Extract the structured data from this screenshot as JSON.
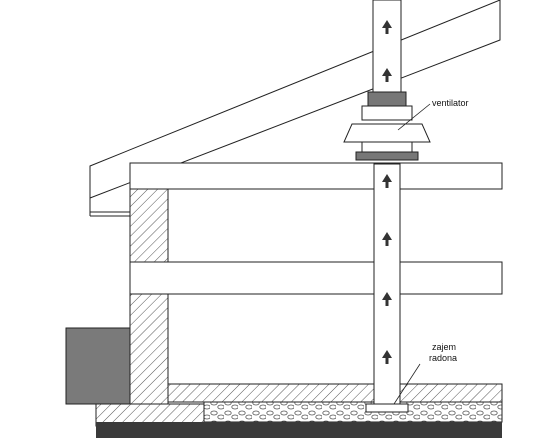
{
  "labels": {
    "ventilator": "ventilator",
    "zajem_line1": "zajem",
    "zajem_line2": "radona"
  },
  "colors": {
    "background": "#ffffff",
    "line": "#222222",
    "hatch": "#555555",
    "dark_block": "#7a7a7a",
    "ground": "#3a3a3a",
    "pipe_fill": "#ffffff",
    "fan_collar": "#777777"
  },
  "icons": {
    "flow_arrow": "up-arrow-icon"
  },
  "flow_direction": "up"
}
